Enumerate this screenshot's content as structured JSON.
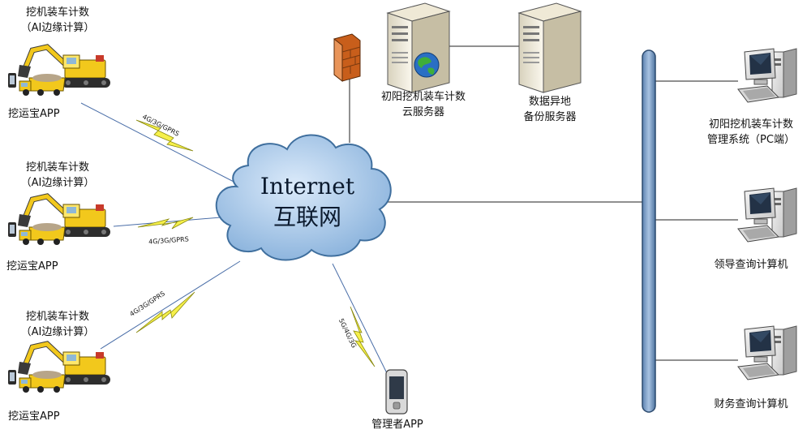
{
  "cloud": {
    "title_en": "Internet",
    "title_cn": "互联网"
  },
  "sites": [
    {
      "title_line1": "挖机装车计数",
      "title_line2": "（AI边缘计算）",
      "app_label": "挖运宝APP",
      "link_label": "4G/3G/GPRS"
    },
    {
      "title_line1": "挖机装车计数",
      "title_line2": "（AI边缘计算）",
      "app_label": "挖运宝APP",
      "link_label": "4G/3G/GPRS"
    },
    {
      "title_line1": "挖机装车计数",
      "title_line2": "（AI边缘计算）",
      "app_label": "挖运宝APP",
      "link_label": "4G/3G/GPRS"
    }
  ],
  "cloud_server": {
    "line1": "初阳挖机装车计数",
    "line2": "云服务器"
  },
  "backup_server": {
    "line1": "数据异地",
    "line2": "备份服务器"
  },
  "manager": {
    "label": "管理者APP",
    "link_label": "5G/4G/3G"
  },
  "clients": [
    {
      "line1": "初阳挖机装车计数",
      "line2": "管理系统（PC端）"
    },
    {
      "line1": "领导查询计算机",
      "line2": ""
    },
    {
      "line1": "财务查询计算机",
      "line2": ""
    }
  ],
  "colors": {
    "bus_fill": "#7d9fc7",
    "bus_stroke": "#2c4a6e",
    "cloud_fill": "#b6d3ee",
    "cloud_stroke": "#3f6f9e",
    "lightning": "#f6f04a",
    "lightning_stroke": "#8a8a10",
    "excavator": "#f2c81c",
    "firewall": "#e07a2a"
  }
}
